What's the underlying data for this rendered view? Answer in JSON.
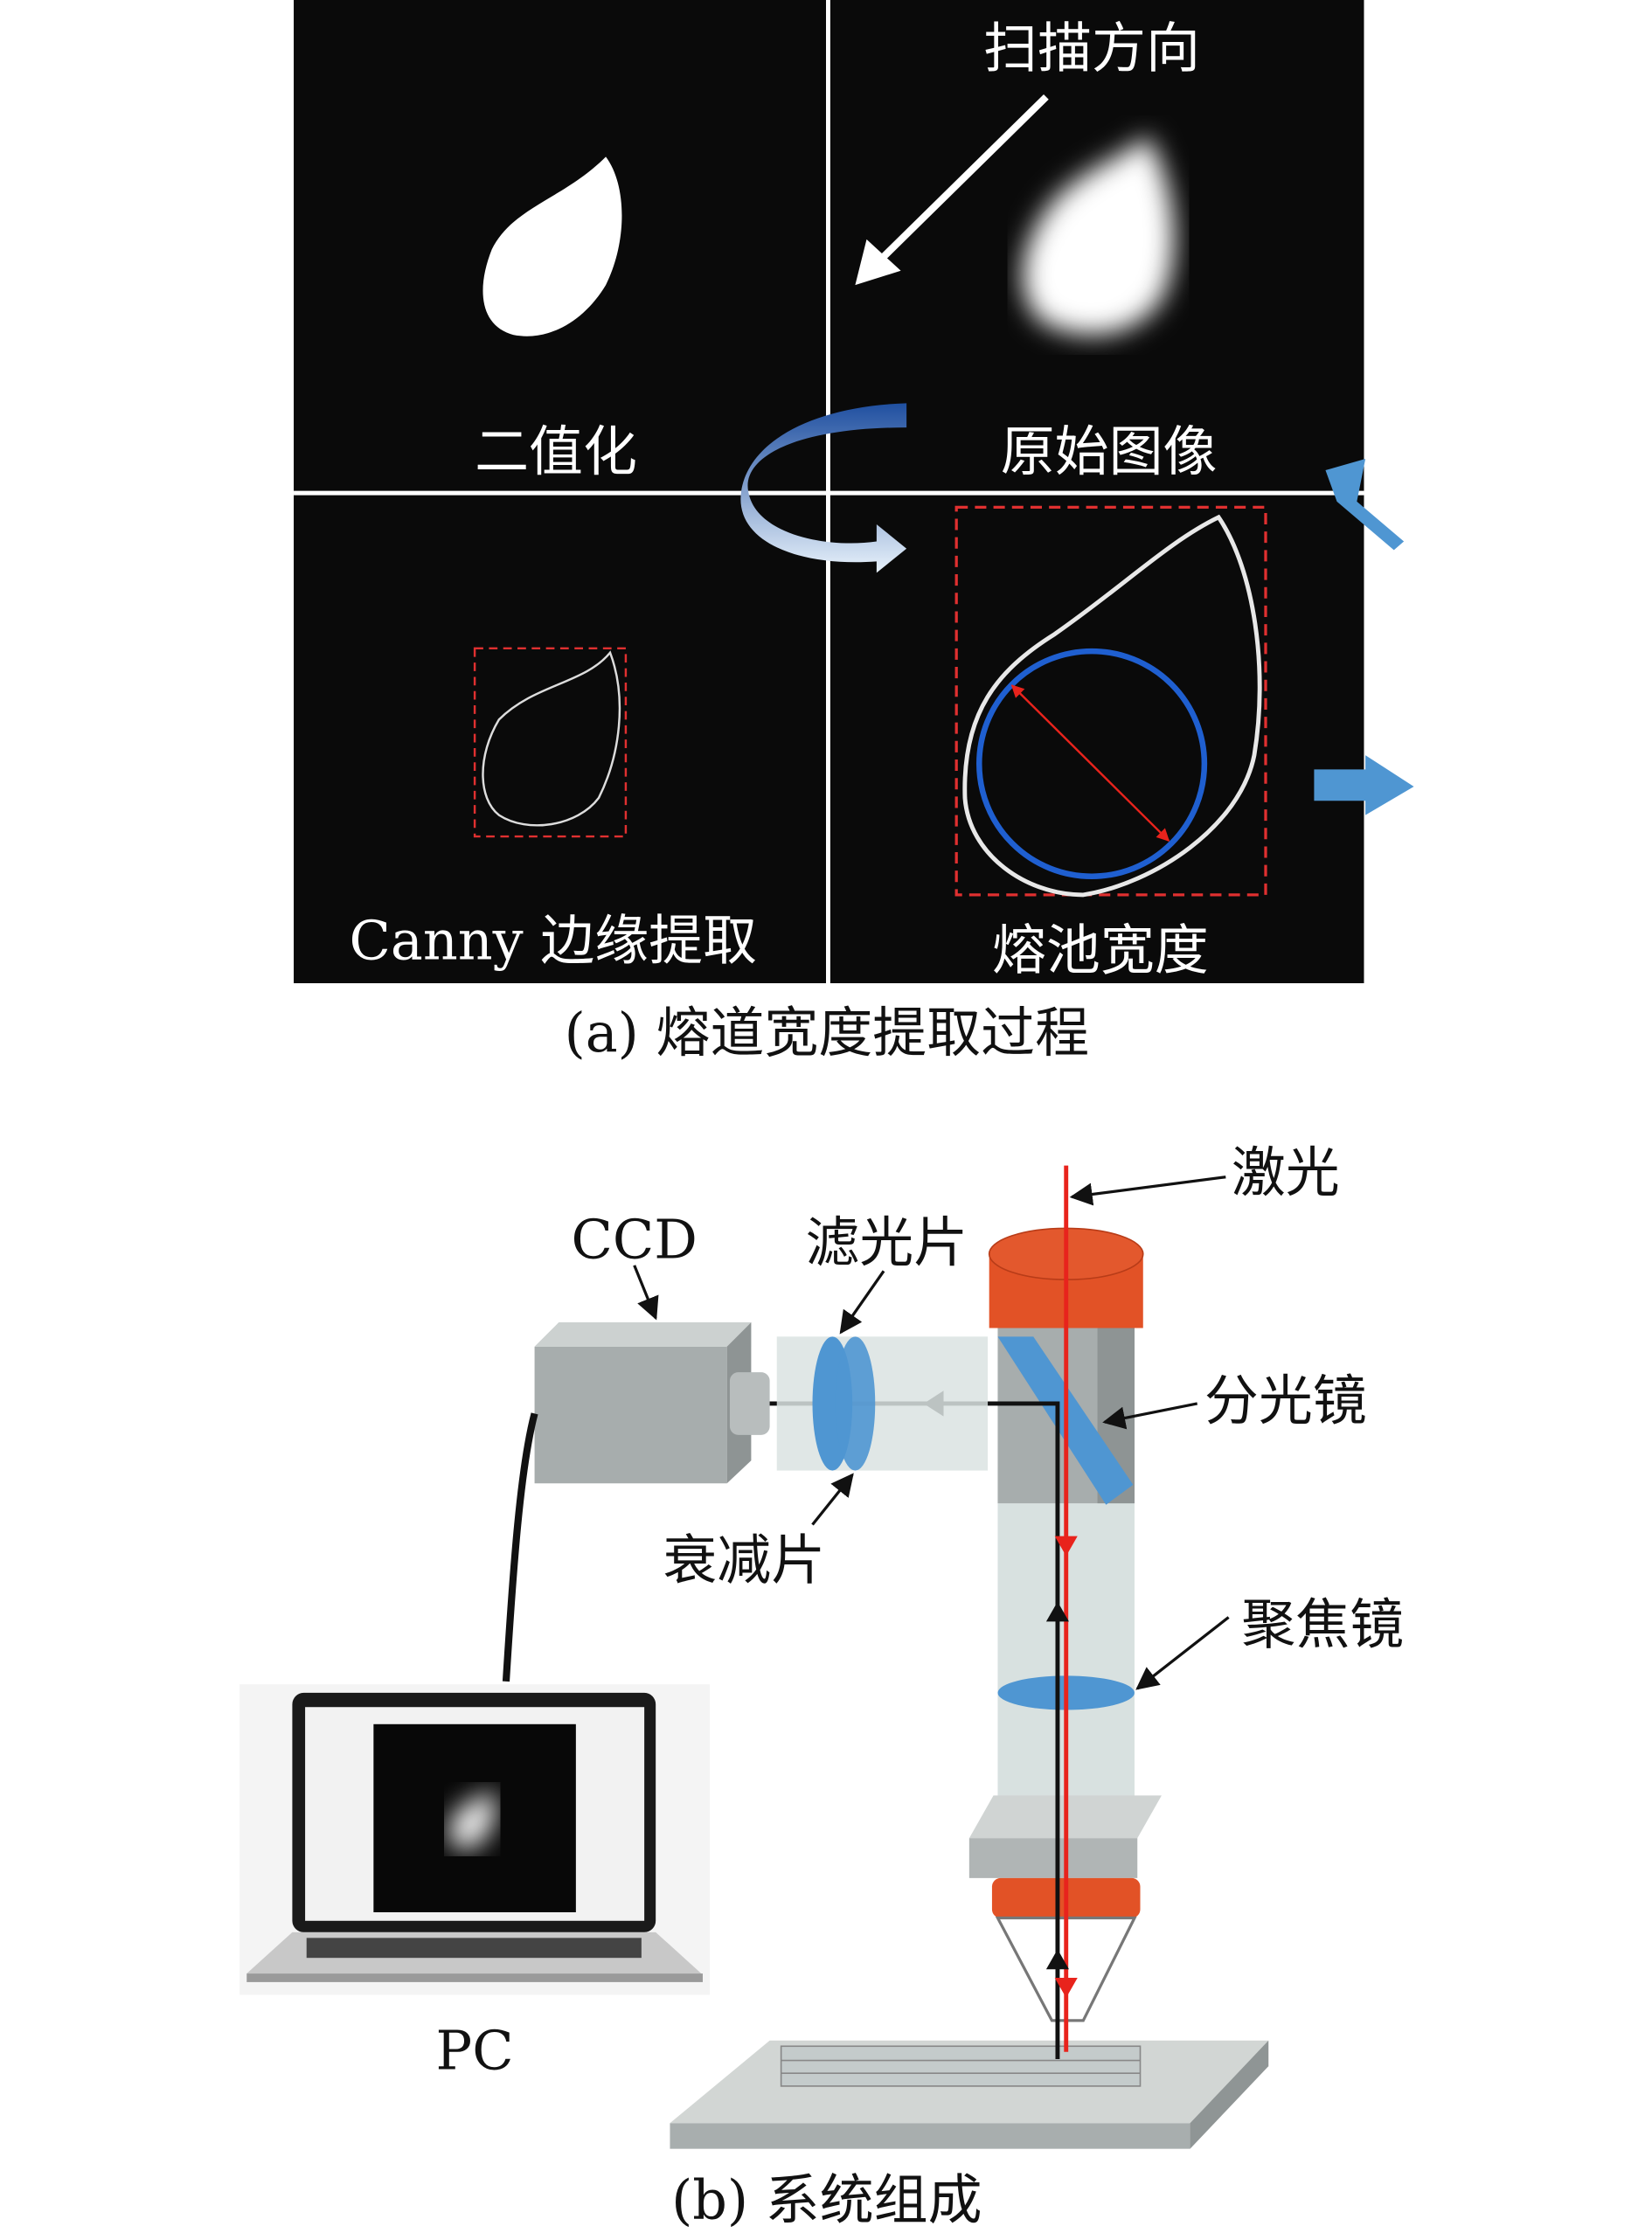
{
  "panel_a": {
    "labels": {
      "binarization": "二值化",
      "original_image": "原始图像",
      "canny": "Canny 边缘提取",
      "pool_width": "熔池宽度",
      "scan_direction": "扫描方向"
    },
    "caption": "(a) 熔道宽度提取过程"
  },
  "panel_b": {
    "labels": {
      "laser": "激光",
      "ccd": "CCD",
      "filter": "滤光片",
      "beam_splitter": "分光镜",
      "attenuator": "衰减片",
      "focus_lens": "聚焦镜",
      "pc": "PC"
    },
    "caption": "(b) 系统组成"
  },
  "colors": {
    "laser": "#e8231c",
    "lens": "#4f96d2",
    "orange": "#e25226",
    "circle": "#1f5fd0"
  }
}
